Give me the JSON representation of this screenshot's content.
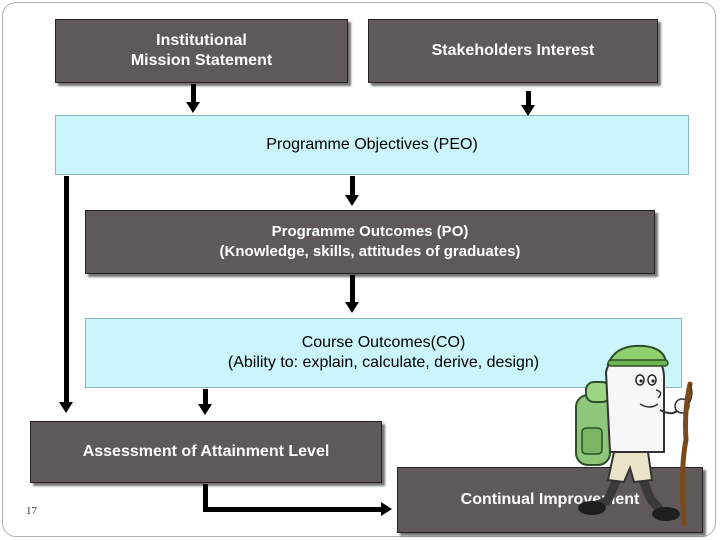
{
  "diagram": {
    "mission": "Institutional\nMission Statement",
    "stakeholders": "Stakeholders Interest",
    "peo": "Programme Objectives (PEO)",
    "po_line1": "Programme Outcomes (PO)",
    "po_line2": "(Knowledge, skills, attitudes of graduates)",
    "co_line1": "Course Outcomes(CO)",
    "co_line2": "(Ability to: explain, calculate, derive, design)",
    "assessment": "Assessment of Attainment Level",
    "improvement": "Continual Improvement"
  },
  "slide_number": "17",
  "colors": {
    "dark_box": "#5f5a59",
    "light_box": "#c9f5fb",
    "hiker_hat": "#8fd070"
  },
  "icons": [
    "hiker-illustration"
  ]
}
